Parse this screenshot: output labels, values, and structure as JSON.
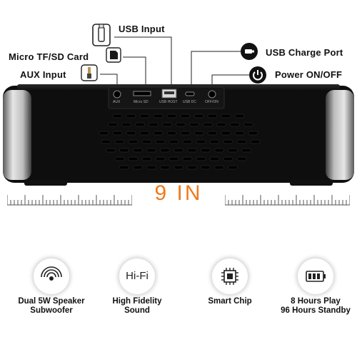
{
  "callouts": {
    "usb_input": "USB Input",
    "micro_sd": "Micro TF/SD Card",
    "aux_input": "AUX Input",
    "usb_charge": "USB Charge Port",
    "power": "Power ON/OFF"
  },
  "ports": {
    "aux": "AUX",
    "micro_sd": "Micro SD",
    "usb_host": "USB HOST",
    "usb_dc": "USB DC",
    "onoff": "OFF/ON"
  },
  "dimension": {
    "width_label": "9 IN"
  },
  "features": [
    {
      "icon": "speaker-waves-icon",
      "line1": "Dual 5W Speaker",
      "line2": "Subwoofer"
    },
    {
      "icon": "hifi-icon",
      "icon_text": "Hi-Fi",
      "line1": "High Fidelity",
      "line2": "Sound"
    },
    {
      "icon": "chip-icon",
      "line1": "Smart Chip",
      "line2": ""
    },
    {
      "icon": "battery-icon",
      "line1": "8 Hours Play",
      "line2": "96 Hours Standby"
    }
  ],
  "colors": {
    "accent": "#f07a1c",
    "speaker_body": "#0f0f0f",
    "silver": "#c9c9c9"
  }
}
